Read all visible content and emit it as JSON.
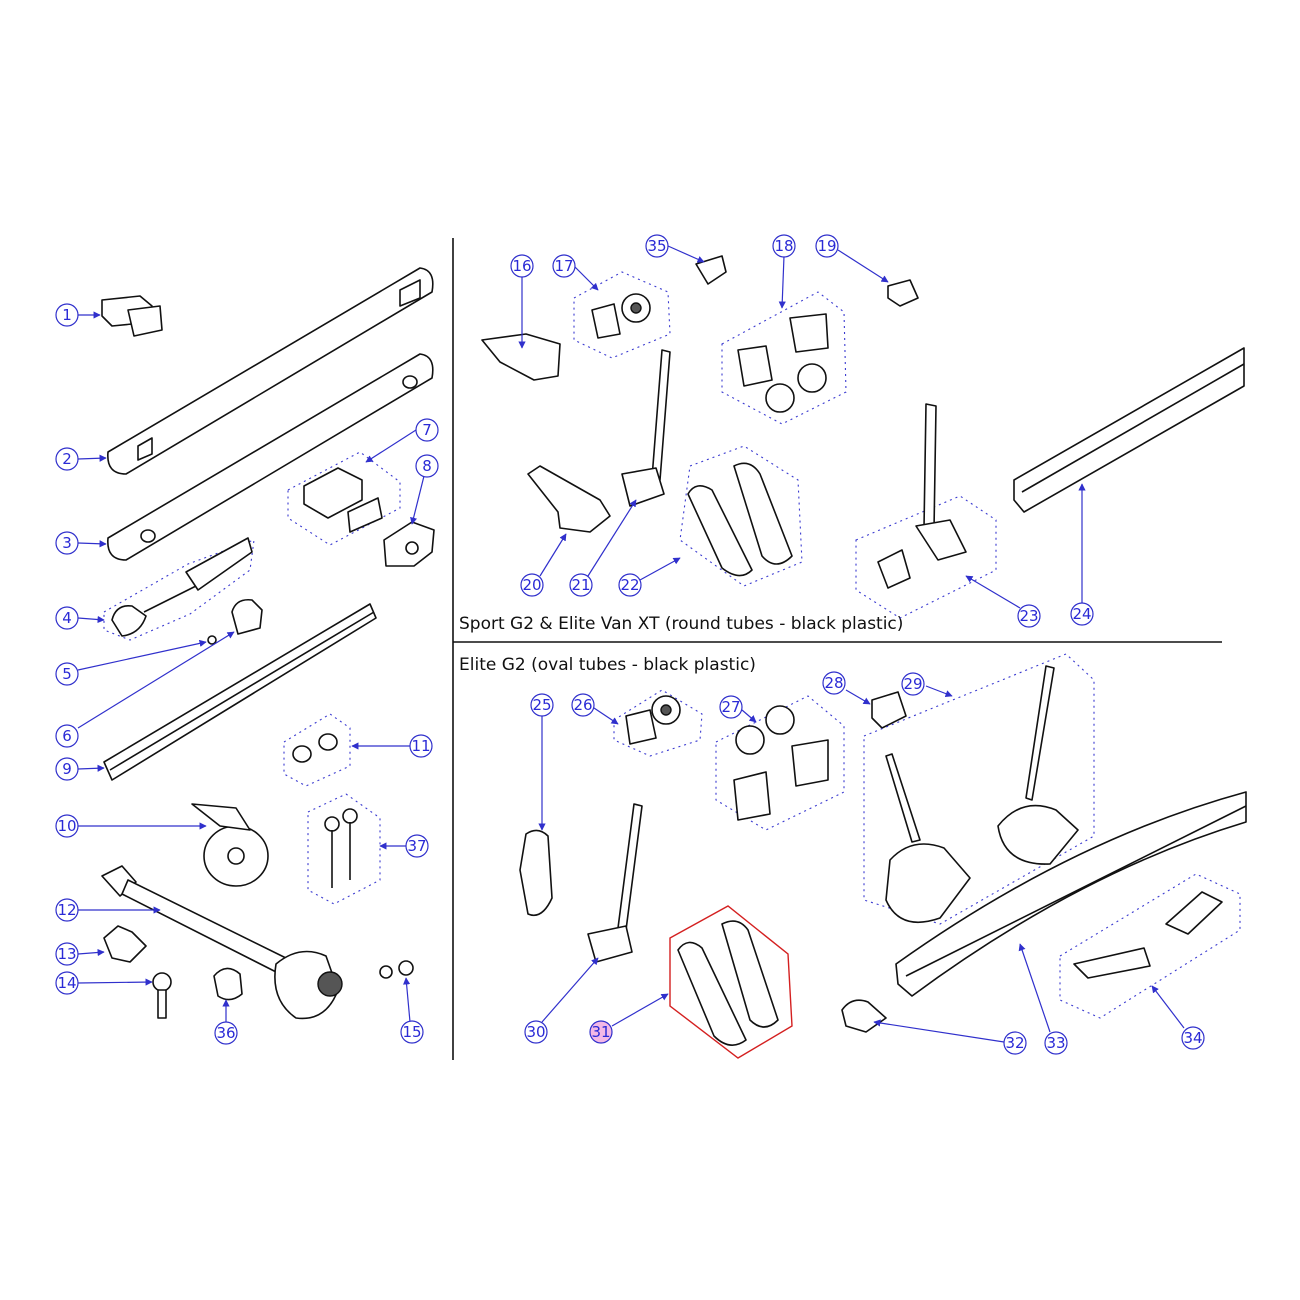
{
  "sections": {
    "sport": "Sport G2 & Elite Van XT (round tubes - black plastic)",
    "elite": "Elite G2 (oval tubes - black plastic)"
  },
  "callouts": {
    "c1": "1",
    "c2": "2",
    "c3": "3",
    "c4": "4",
    "c5": "5",
    "c6": "6",
    "c7": "7",
    "c8": "8",
    "c9": "9",
    "c10": "10",
    "c11": "11",
    "c12": "12",
    "c13": "13",
    "c14": "14",
    "c15": "15",
    "c16": "16",
    "c17": "17",
    "c18": "18",
    "c19": "19",
    "c20": "20",
    "c21": "21",
    "c22": "22",
    "c23": "23",
    "c24": "24",
    "c25": "25",
    "c26": "26",
    "c27": "27",
    "c28": "28",
    "c29": "29",
    "c30": "30",
    "c31": "31",
    "c32": "32",
    "c33": "33",
    "c34": "34",
    "c35": "35",
    "c36": "36",
    "c37": "37"
  },
  "highlight": {
    "callout": "31",
    "color": "#f3b8e6",
    "frame_color": "#d42020"
  },
  "colors": {
    "callout": "#2a2ad6",
    "lines": "#111111",
    "group_outline": "#3a3ad0"
  }
}
